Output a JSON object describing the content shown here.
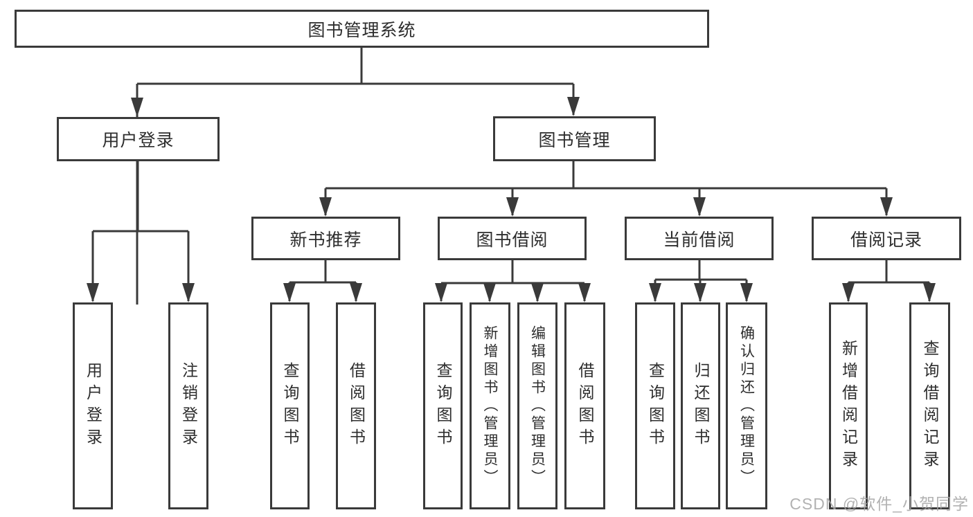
{
  "diagram_title": "图书管理系统",
  "tree": {
    "label": "图书管理系统",
    "children": [
      {
        "label": "用户登录",
        "children": [
          {
            "label": "用户登录"
          },
          {
            "label": "注销登录"
          }
        ]
      },
      {
        "label": "图书管理",
        "children": [
          {
            "label": "新书推荐",
            "children": [
              {
                "label": "查询图书"
              },
              {
                "label": "借阅图书"
              }
            ]
          },
          {
            "label": "图书借阅",
            "children": [
              {
                "label": "查询图书"
              },
              {
                "label": "新增图书（管理员）"
              },
              {
                "label": "编辑图书（管理员）"
              },
              {
                "label": "借阅图书"
              }
            ]
          },
          {
            "label": "当前借阅",
            "children": [
              {
                "label": "查询图书"
              },
              {
                "label": "归还图书"
              },
              {
                "label": "确认归还（管理员）"
              }
            ]
          },
          {
            "label": "借阅记录",
            "children": [
              {
                "label": "新增借阅记录"
              },
              {
                "label": "查询借阅记录"
              }
            ]
          }
        ]
      }
    ]
  },
  "watermark": "CSDN @软件_小贺同学",
  "colors": {
    "line": "#3a3a3a",
    "text": "#2d2d2d",
    "background": "#ffffff",
    "watermark": "#a4a4a4"
  }
}
